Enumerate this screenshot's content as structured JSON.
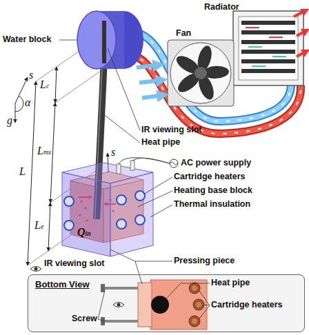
{
  "diagram": {
    "nodes": [
      {
        "text": [
          "Bottom View"
        ]
      }
    ],
    "labels": [
      "Radiator",
      "Fan",
      "Water block",
      "s",
      "α",
      "g",
      "Lc",
      "IR viewing slot",
      "Heat pipe",
      "s",
      "L",
      "AC power supply",
      "Lms",
      "Cartridge heaters",
      "Heating base block",
      "Thermal insulation",
      "Le",
      "Qin",
      "Pressing piece",
      "IR viewing slot",
      "Heat pipe",
      "Cartridge heaters",
      "Screw"
    ]
  }
}
